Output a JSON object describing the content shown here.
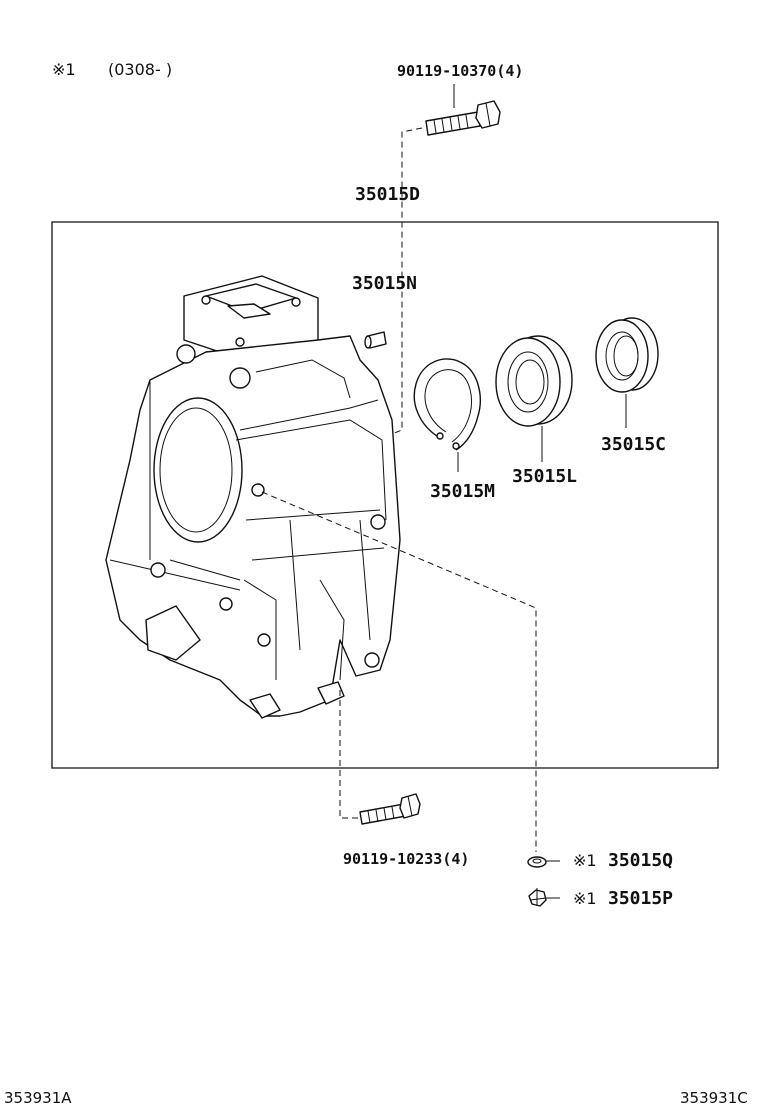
{
  "note": {
    "mark": "※1",
    "range": "(0308-      )"
  },
  "labels": {
    "bolt_top": "90119-10370(4)",
    "assembly": "35015D",
    "pin": "35015N",
    "snap_ring": "35015M",
    "bearing": "35015L",
    "oil_seal": "35015C",
    "bolt_bottom": "90119-10233(4)",
    "washer_mark": "※1",
    "washer": "35015Q",
    "plug_mark": "※1",
    "plug": "35015P"
  },
  "footer": {
    "left_code": "353931A",
    "right_code": "353931C"
  }
}
